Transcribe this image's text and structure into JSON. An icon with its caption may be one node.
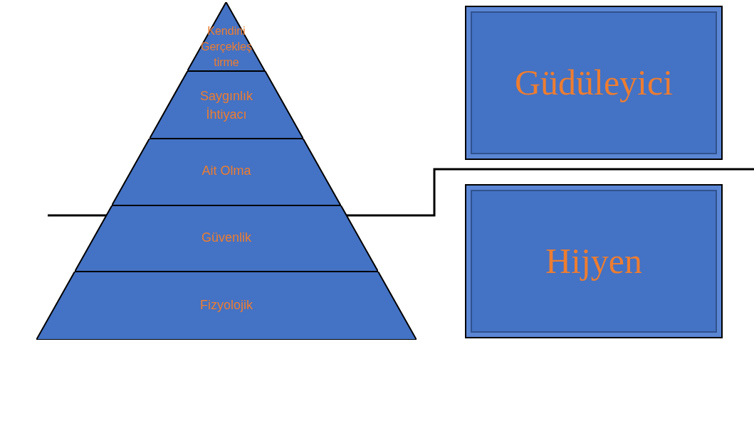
{
  "diagram": {
    "nodes": [
      {
        "text": [
          "Kendini Gerçekleş tirme"
        ]
      },
      {
        "text": [
          "Saygınlık İhtiyacı"
        ]
      },
      {
        "text": [
          "Ait Olma"
        ]
      },
      {
        "text": [
          "Güvenlik"
        ]
      },
      {
        "text": [
          "Fizyolojik"
        ]
      },
      {
        "text": [
          "Güdüleyici"
        ]
      },
      {
        "text": [
          "Hijyen"
        ]
      }
    ]
  }
}
